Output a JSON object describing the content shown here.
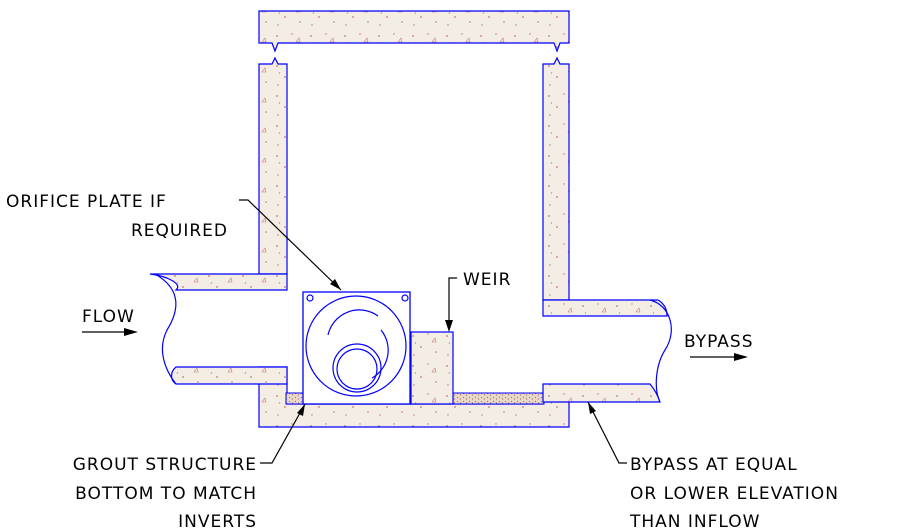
{
  "labels": {
    "orifice_line1": "ORIFICE PLATE IF",
    "orifice_line2": "REQUIRED",
    "weir": "WEIR",
    "flow": "FLOW",
    "bypass": "BYPASS",
    "grout_line1": "GROUT STRUCTURE",
    "grout_line2": "BOTTOM TO MATCH",
    "grout_line3": "INVERTS",
    "bypass_elev_line1": "BYPASS AT EQUAL",
    "bypass_elev_line2": "OR LOWER ELEVATION",
    "bypass_elev_line3": "THAN INFLOW"
  },
  "colors": {
    "outline": "#0000ff",
    "text": "#000000",
    "concrete_fill": "#f4ede4",
    "aggregate_dots": "#c07878",
    "grout_fill": "#e8d8c8"
  }
}
